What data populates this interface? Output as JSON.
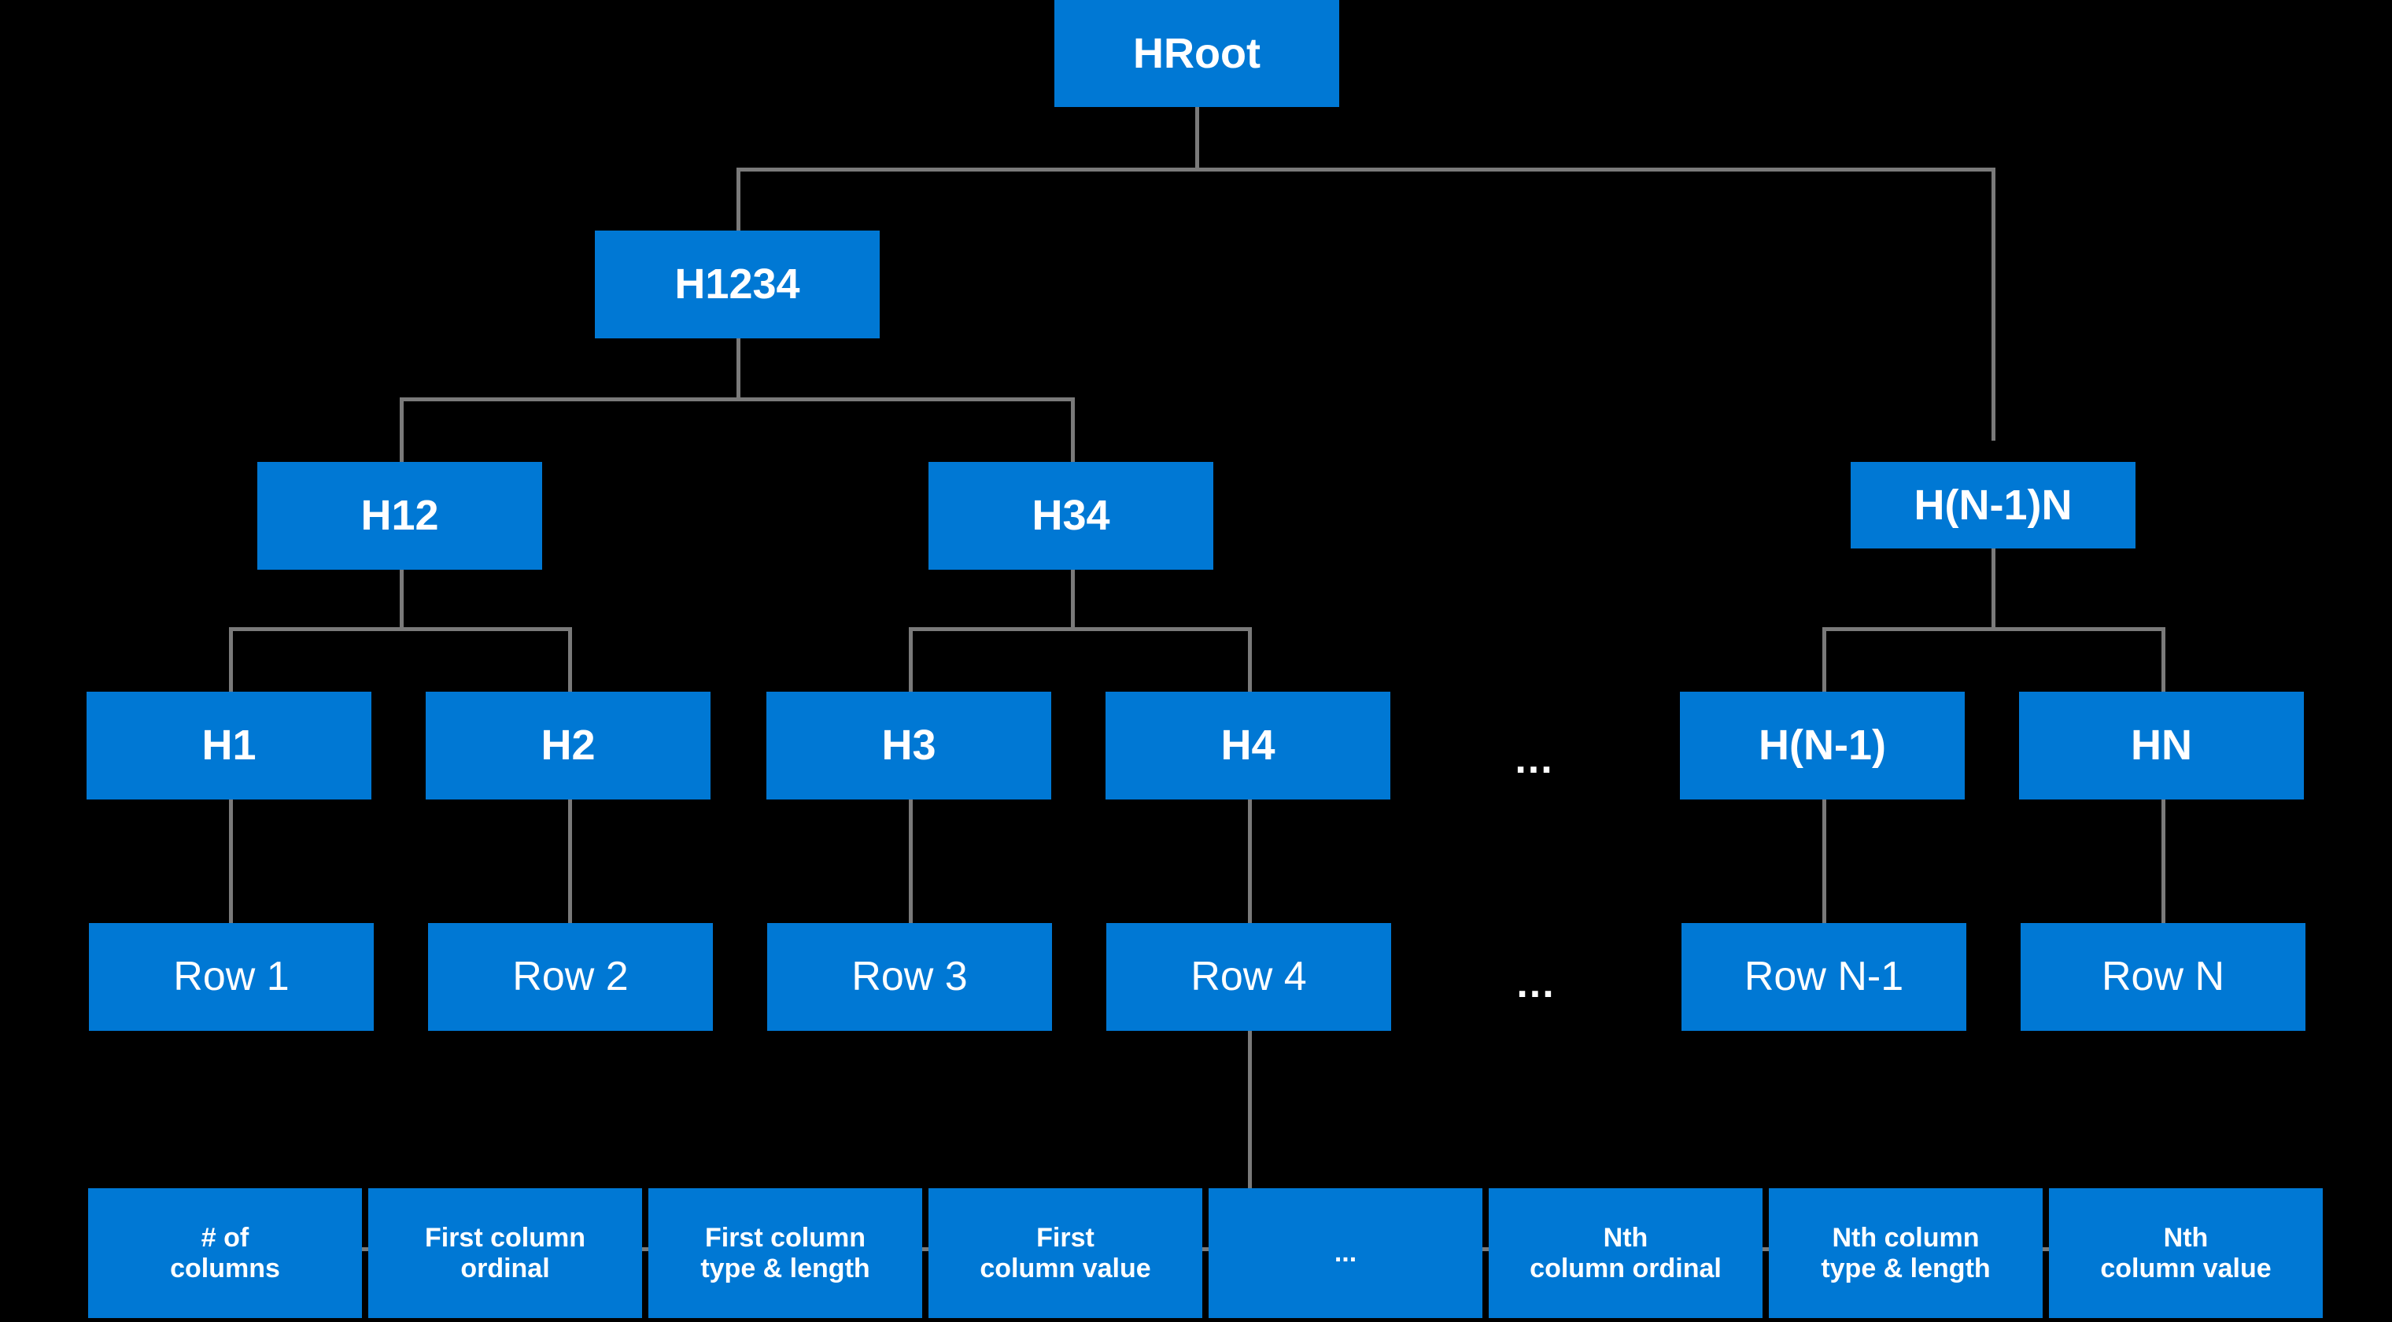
{
  "diagram": {
    "title_text": "",
    "colors": {
      "background": "#000000",
      "node_fill": "#0078d4",
      "node_text": "#ffffff",
      "connector": "#7a7a7a"
    },
    "levels": {
      "root": [
        {
          "id": "hroot",
          "label": "HRoot"
        }
      ],
      "level2": [
        {
          "id": "h1234",
          "label": "H1234"
        }
      ],
      "level3": [
        {
          "id": "h12",
          "label": "H12"
        },
        {
          "id": "h34",
          "label": "H34"
        },
        {
          "id": "hn1n",
          "label": "H(N-1)N"
        }
      ],
      "level4": [
        {
          "id": "h1",
          "label": "H1"
        },
        {
          "id": "h2",
          "label": "H2"
        },
        {
          "id": "h3",
          "label": "H3"
        },
        {
          "id": "h4",
          "label": "H4"
        },
        {
          "id": "hn1",
          "label": "H(N-1)"
        },
        {
          "id": "hn",
          "label": "HN"
        }
      ],
      "level4_ellipsis": "...",
      "rows": [
        {
          "id": "row1",
          "label": "Row 1"
        },
        {
          "id": "row2",
          "label": "Row 2"
        },
        {
          "id": "row3",
          "label": "Row 3"
        },
        {
          "id": "row4",
          "label": "Row 4"
        },
        {
          "id": "rown1",
          "label": "Row N-1"
        },
        {
          "id": "rown",
          "label": "Row N"
        }
      ],
      "rows_ellipsis": "...",
      "columns": [
        {
          "id": "numcols",
          "line1": "# of",
          "line2": "columns"
        },
        {
          "id": "firstord",
          "line1": "First column",
          "line2": "ordinal"
        },
        {
          "id": "firsttype",
          "line1": "First column",
          "line2": "type & length"
        },
        {
          "id": "firstval",
          "line1": "First",
          "line2": "column value"
        },
        {
          "id": "colellipsis",
          "line1": "",
          "line2": "..."
        },
        {
          "id": "nthord",
          "line1": "Nth",
          "line2": "column ordinal"
        },
        {
          "id": "nthtype",
          "line1": "Nth column",
          "line2": "type & length"
        },
        {
          "id": "nthval",
          "line1": "Nth",
          "line2": "column value"
        }
      ]
    }
  }
}
